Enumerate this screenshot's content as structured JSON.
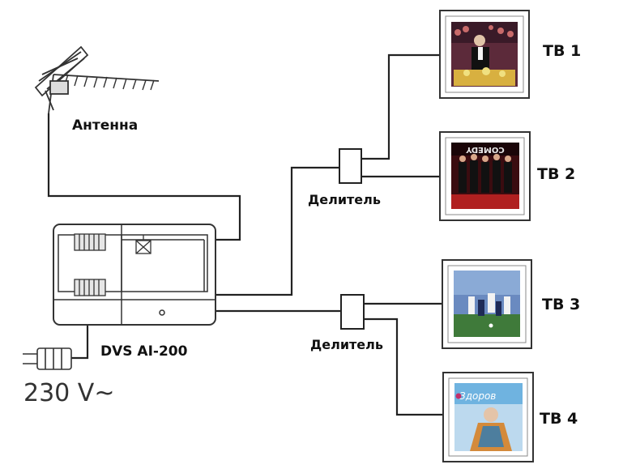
{
  "labels": {
    "antenna": "Антенна",
    "amplifier": "DVS AI-200",
    "splitter_1": "Делитель",
    "splitter_2": "Делитель",
    "voltage": "230 V~"
  },
  "tvs": [
    {
      "label": "ТВ 1",
      "screen": "stage-show"
    },
    {
      "label": "ТВ 2",
      "screen": "comedy-show"
    },
    {
      "label": "ТВ 3",
      "screen": "football-match"
    },
    {
      "label": "ТВ 4",
      "screen": "health-show"
    }
  ],
  "tv4_screen_text": "Здоров",
  "tv2_screen_text": "COMEDY",
  "colors": {
    "line": "#222222",
    "frame": "#333333"
  }
}
